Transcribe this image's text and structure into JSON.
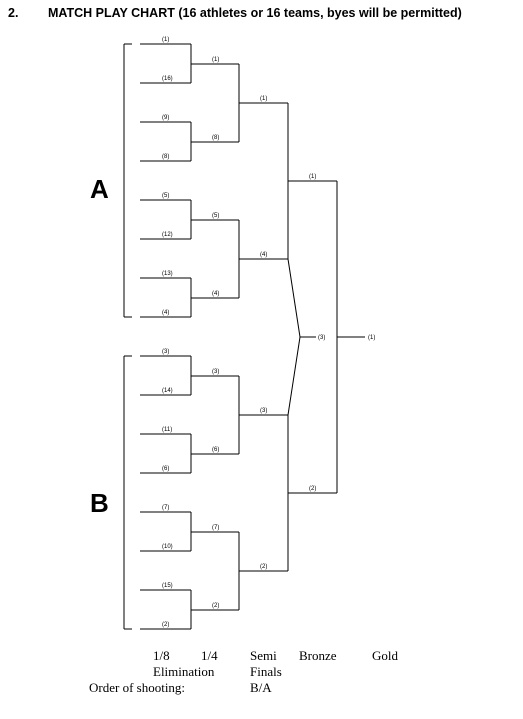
{
  "heading": {
    "number": "2.",
    "title": "MATCH PLAY CHART (16 athletes or 16 teams, byes will be permitted)"
  },
  "groups": [
    "A",
    "B"
  ],
  "rounds": {
    "r16": [
      "(1)",
      "(16)",
      "(9)",
      "(8)",
      "(5)",
      "(12)",
      "(13)",
      "(4)",
      "(3)",
      "(14)",
      "(11)",
      "(6)",
      "(7)",
      "(10)",
      "(15)",
      "(2)"
    ],
    "r8": [
      "(1)",
      "(8)",
      "(5)",
      "(4)",
      "(3)",
      "(6)",
      "(7)",
      "(2)"
    ],
    "r4": [
      "(1)",
      "(4)",
      "(3)",
      "(2)"
    ],
    "semi": [
      "(1)",
      "(2)"
    ],
    "bronze": "(3)",
    "gold": "(1)"
  },
  "footer": {
    "col_18": "1/8",
    "col_14": "1/4",
    "elimination": "Elimination",
    "semi": "Semi",
    "finals": "Finals",
    "bronze": "Bronze",
    "gold": "Gold",
    "order_label": "Order of shooting:",
    "order_value": "B/A"
  }
}
